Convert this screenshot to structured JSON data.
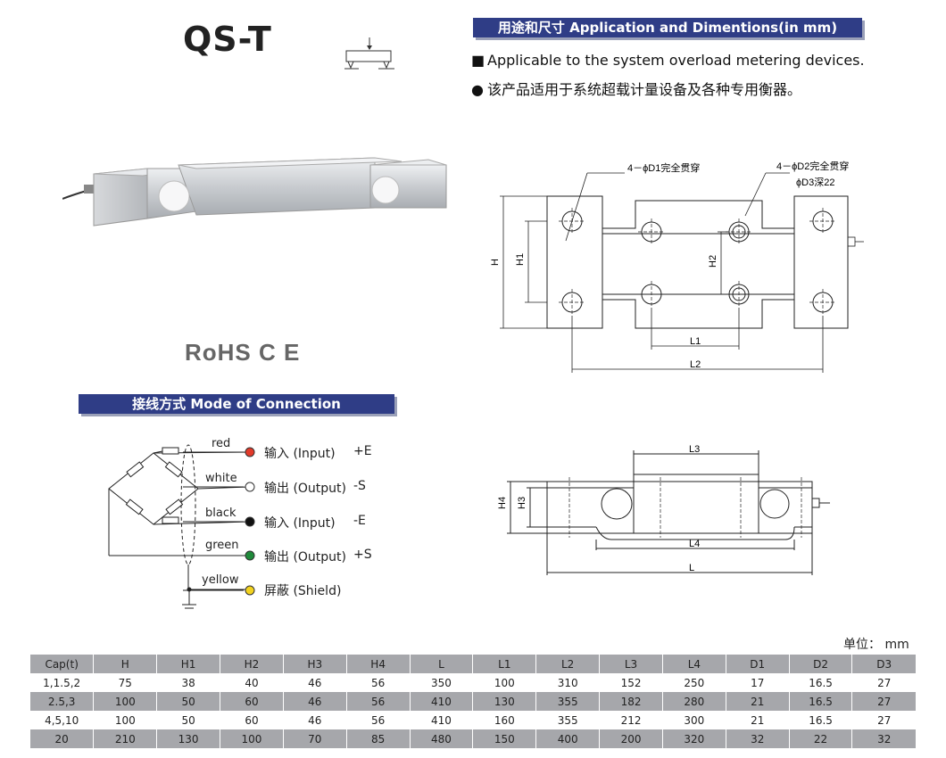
{
  "title": "QS-T",
  "application": {
    "header": "用途和尺寸 Application and Dimentions(in mm)",
    "line_en": "Applicable to the system overload metering devices.",
    "line_cn": "该产品适用于系统超载计量设备及各种专用衡器。"
  },
  "certifications": "RoHS  C E",
  "connection": {
    "header": "接线方式 Mode of Connection",
    "wires": [
      {
        "color_name": "red",
        "terminal": "输入 (Input)",
        "sign": "+E",
        "dot": "#e23a2a"
      },
      {
        "color_name": "white",
        "terminal": "输出 (Output)",
        "sign": "-S",
        "dot": "#ffffff"
      },
      {
        "color_name": "black",
        "terminal": "输入 (Input)",
        "sign": "-E",
        "dot": "#111111"
      },
      {
        "color_name": "green",
        "terminal": "输出 (Output)",
        "sign": "+S",
        "dot": "#1f8a3a"
      },
      {
        "color_name": "yellow",
        "terminal": "屏蔽 (Shield)",
        "sign": "",
        "dot": "#f2d21f"
      }
    ]
  },
  "drawing_labels": {
    "d1": "4－ϕD1完全贯穿",
    "d2": "4－ϕD2完全贯穿",
    "d3": "ϕD3深22",
    "H": "H",
    "H1": "H1",
    "H2": "H2",
    "L1": "L1",
    "L2": "L2",
    "L3": "L3",
    "L4": "L4",
    "L": "L",
    "H3": "H3",
    "H4": "H4"
  },
  "unit": "单位： mm",
  "table": {
    "headers": [
      "Cap(t)",
      "H",
      "H1",
      "H2",
      "H3",
      "H4",
      "L",
      "L1",
      "L2",
      "L3",
      "L4",
      "D1",
      "D2",
      "D3"
    ],
    "rows": [
      [
        "1,1.5,2",
        "75",
        "38",
        "40",
        "46",
        "56",
        "350",
        "100",
        "310",
        "152",
        "250",
        "17",
        "16.5",
        "27"
      ],
      [
        "2.5,3",
        "100",
        "50",
        "60",
        "46",
        "56",
        "410",
        "130",
        "355",
        "182",
        "280",
        "21",
        "16.5",
        "27"
      ],
      [
        "4,5,10",
        "100",
        "50",
        "60",
        "46",
        "56",
        "410",
        "160",
        "355",
        "212",
        "300",
        "21",
        "16.5",
        "27"
      ],
      [
        "20",
        "210",
        "130",
        "100",
        "70",
        "85",
        "480",
        "150",
        "400",
        "200",
        "320",
        "32",
        "22",
        "32"
      ]
    ]
  }
}
